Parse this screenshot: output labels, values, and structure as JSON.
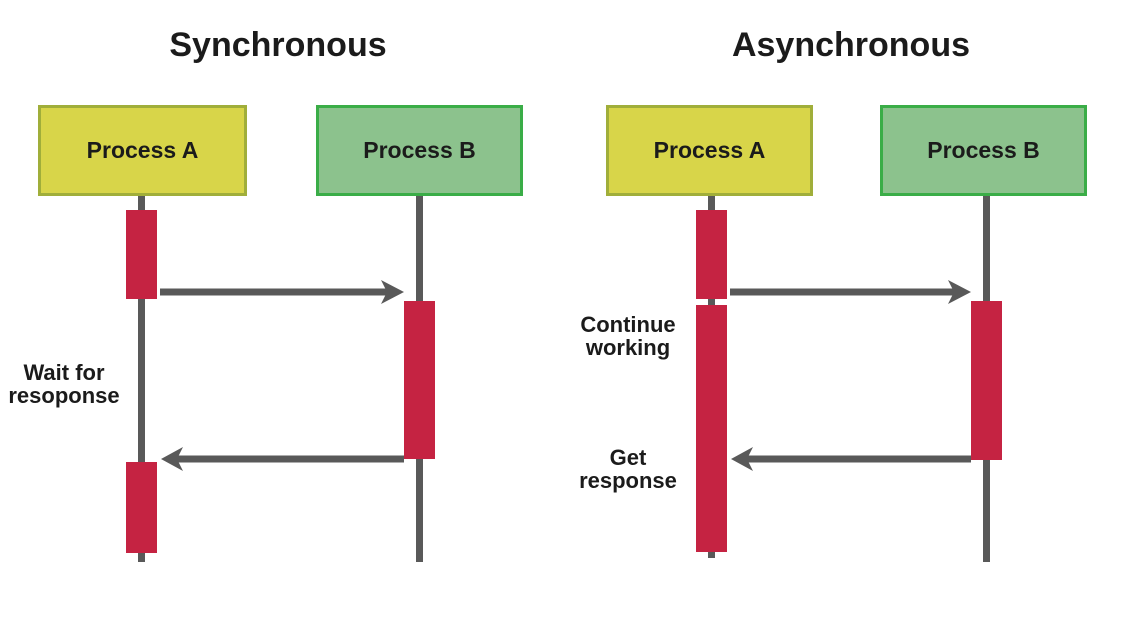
{
  "colors": {
    "background": "#ffffff",
    "text": "#1b1b1b",
    "process_a_fill": "#d8d549",
    "process_a_border": "#a0ae3a",
    "process_b_fill": "#8cc28d",
    "process_b_border": "#3aad47",
    "activation_fill": "#c52342",
    "lifeline": "#595959",
    "arrow": "#595959"
  },
  "sync": {
    "title": "Synchronous",
    "process_a_label": "Process A",
    "process_b_label": "Process B",
    "wait_line1": "Wait for",
    "wait_line2": "resoponse"
  },
  "async": {
    "title": "Asynchronous",
    "process_a_label": "Process A",
    "process_b_label": "Process B",
    "continue_line1": "Continue",
    "continue_line2": "working",
    "get_line1": "Get",
    "get_line2": "response"
  }
}
